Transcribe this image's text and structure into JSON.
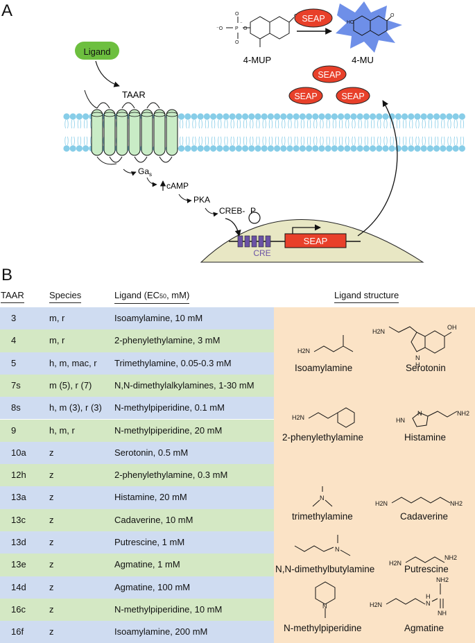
{
  "panel_a": {
    "label": "A",
    "ligand": "Ligand",
    "receptor": "TAAR",
    "signal_steps": [
      "Ga",
      "s",
      "cAMP",
      "PKA",
      "CREB-",
      "P"
    ],
    "promoter": "CRE",
    "reporter": "SEAP",
    "substrate": "4-MUP",
    "product": "4-MU",
    "colors": {
      "ligand": "#6dbf3f",
      "seap": "#e8402a",
      "membrane": "#87cde8",
      "helix": "#c9ecc6",
      "nucleus": "#e8e7c4",
      "cre": "#6a52a5",
      "product": "#6e8fe8"
    }
  },
  "panel_b": {
    "label": "B",
    "headers": {
      "taar": "TAAR",
      "species": "Species",
      "ligand_a": "Ligand (EC",
      "ligand_sub": "50",
      "ligand_b": ", mM)",
      "structure": "Ligand structure"
    },
    "rows": [
      {
        "taar": "3",
        "species": "m, r",
        "ligand": "Isoamylamine, 10 mM"
      },
      {
        "taar": "4",
        "species": "m, r",
        "ligand": "2-phenylethylamine, 3 mM"
      },
      {
        "taar": "5",
        "species": "h, m, mac, r",
        "ligand": "Trimethylamine, 0.05-0.3 mM"
      },
      {
        "taar": "7s",
        "species": "m (5), r (7)",
        "ligand": "N,N-dimethylalkylamines, 1-30 mM"
      },
      {
        "taar": "8s",
        "species": "h, m (3), r (3)",
        "ligand": "N-methylpiperidine, 0.1 mM"
      },
      {
        "taar": "9",
        "species": "h, m, r",
        "ligand": "N-methylpiperidine, 20 mM"
      },
      {
        "taar": "10a",
        "species": "z",
        "ligand": "Serotonin, 0.5 mM"
      },
      {
        "taar": "12h",
        "species": "z",
        "ligand": "2-phenylethylamine, 0.3 mM"
      },
      {
        "taar": "13a",
        "species": "z",
        "ligand": "Histamine, 20 mM"
      },
      {
        "taar": "13c",
        "species": "z",
        "ligand": "Cadaverine, 10 mM"
      },
      {
        "taar": "13d",
        "species": "z",
        "ligand": "Putrescine, 1 mM"
      },
      {
        "taar": "13e",
        "species": "z",
        "ligand": "Agmatine, 1 mM"
      },
      {
        "taar": "14d",
        "species": "z",
        "ligand": "Agmatine, 100 mM"
      },
      {
        "taar": "16c",
        "species": "z",
        "ligand": "N-methylpiperidine, 10 mM"
      },
      {
        "taar": "16f",
        "species": "z",
        "ligand": "Isoamylamine, 200 mM"
      }
    ],
    "row_colors": [
      "#cfdcf1",
      "#d4e8c4"
    ],
    "structures": {
      "isoamylamine": "Isoamylamine",
      "serotonin": "Serotonin",
      "phenylethylamine": "2-phenylethylamine",
      "histamine": "Histamine",
      "trimethylamine": "trimethylamine",
      "cadaverine": "Cadaverine",
      "dimethylbutylamine": "N,N-dimethylbutylamine",
      "putrescine": "Putrescine",
      "methylpiperidine": "N-methylpiperidine",
      "agmatine": "Agmatine"
    },
    "atoms": {
      "h2n": "H2N",
      "nh2": "NH2",
      "n": "N",
      "hn": "HN",
      "nh": "NH",
      "h": "H",
      "oh": "OH",
      "ho": "HO",
      "o": "O",
      "p": "P"
    }
  }
}
